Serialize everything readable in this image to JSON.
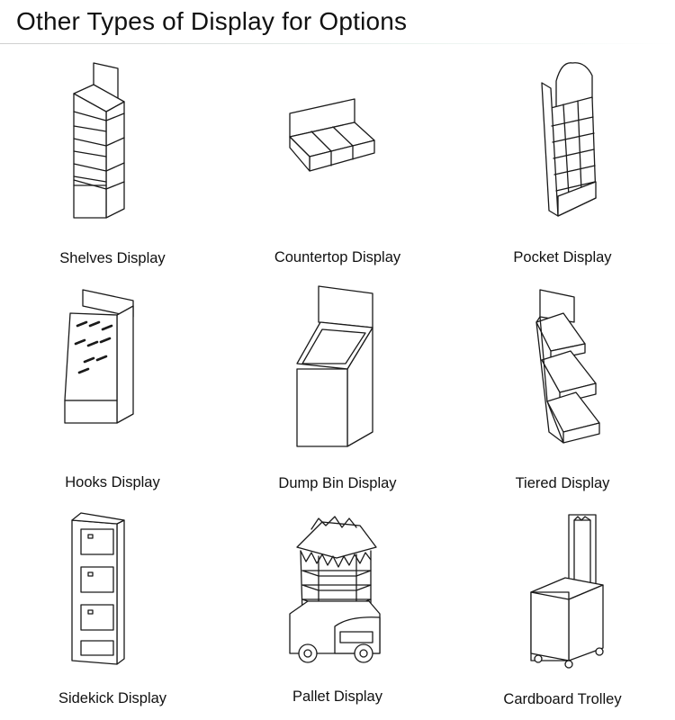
{
  "page": {
    "title": "Other Types of Display for Options"
  },
  "displays": [
    {
      "label": "Shelves Display",
      "icon": "shelves-display-icon"
    },
    {
      "label": "Countertop Display",
      "icon": "countertop-display-icon"
    },
    {
      "label": "Pocket Display",
      "icon": "pocket-display-icon"
    },
    {
      "label": "Hooks Display",
      "icon": "hooks-display-icon"
    },
    {
      "label": "Dump Bin Display",
      "icon": "dump-bin-display-icon"
    },
    {
      "label": "Tiered Display",
      "icon": "tiered-display-icon"
    },
    {
      "label": "Sidekick Display",
      "icon": "sidekick-display-icon"
    },
    {
      "label": "Pallet Display",
      "icon": "pallet-display-icon"
    },
    {
      "label": "Cardboard Trolley",
      "icon": "cardboard-trolley-icon"
    }
  ]
}
